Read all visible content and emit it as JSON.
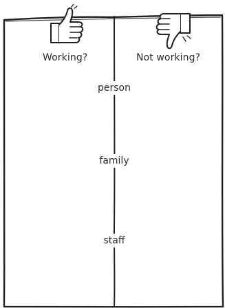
{
  "columns": {
    "left": {
      "label": "Working?",
      "icon": "thumbs-up-icon"
    },
    "right": {
      "label": "Not working?",
      "icon": "thumbs-down-icon"
    }
  },
  "rows": [
    "person",
    "family",
    "staff"
  ],
  "colors": {
    "ink": "#1f1f1f",
    "text": "#2b2b2b",
    "background": "#ffffff"
  }
}
